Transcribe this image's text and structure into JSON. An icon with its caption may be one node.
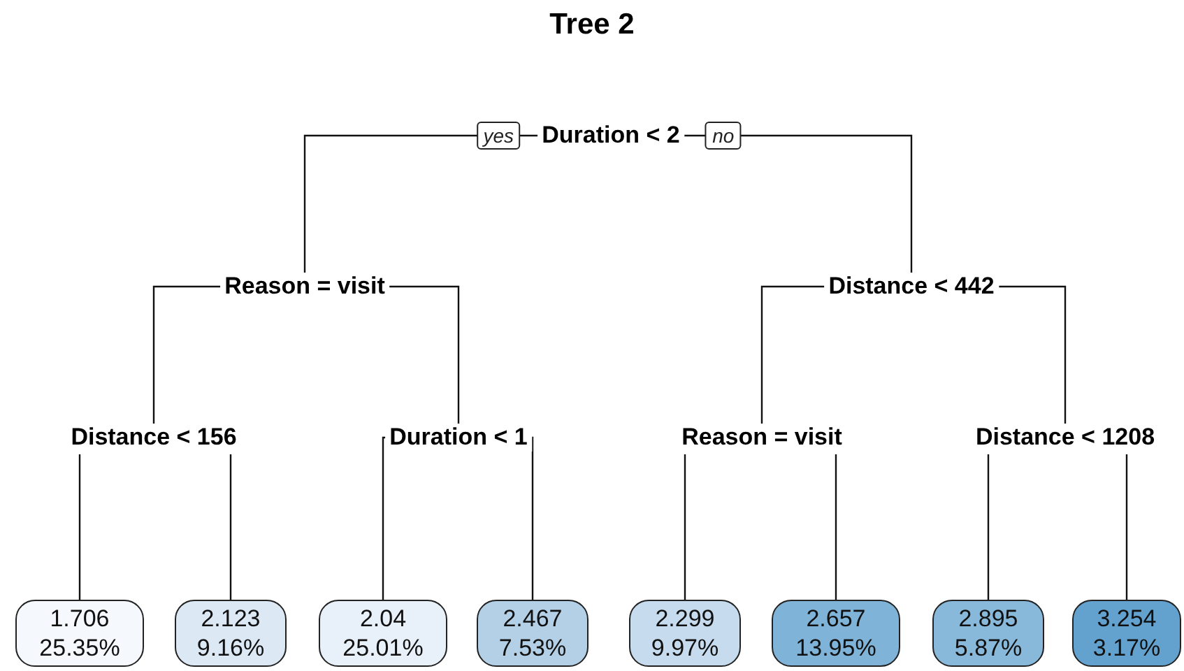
{
  "diagram": {
    "title": "Tree 2",
    "nodes": [
      {
        "text": [
          "Duration < 2"
        ]
      },
      {
        "text": [
          "Reason = visit"
        ]
      },
      {
        "text": [
          "Distance < 442"
        ]
      },
      {
        "text": [
          "Distance < 156"
        ]
      },
      {
        "text": [
          "Duration < 1"
        ]
      },
      {
        "text": [
          "Reason = visit"
        ]
      },
      {
        "text": [
          "Distance < 1208"
        ]
      },
      {
        "text": [
          "1.706",
          "25.35%"
        ]
      },
      {
        "text": [
          "2.123",
          "9.16%"
        ]
      },
      {
        "text": [
          "2.04",
          "25.01%"
        ]
      },
      {
        "text": [
          "2.467",
          "7.53%"
        ]
      },
      {
        "text": [
          "2.299",
          "9.97%"
        ]
      },
      {
        "text": [
          "2.657",
          "13.95%"
        ]
      },
      {
        "text": [
          "2.895",
          "5.87%"
        ]
      },
      {
        "text": [
          "3.254",
          "3.17%"
        ]
      }
    ],
    "edges": [
      {
        "from": 0,
        "to": 1,
        "arrow": "none",
        "label": "yes"
      },
      {
        "from": 0,
        "to": 2,
        "arrow": "none",
        "label": "no"
      },
      {
        "from": 1,
        "to": 3,
        "arrow": "none"
      },
      {
        "from": 1,
        "to": 4,
        "arrow": "none"
      },
      {
        "from": 2,
        "to": 5,
        "arrow": "none"
      },
      {
        "from": 2,
        "to": 6,
        "arrow": "none"
      },
      {
        "from": 3,
        "to": 7,
        "arrow": "none"
      },
      {
        "from": 3,
        "to": 8,
        "arrow": "none"
      },
      {
        "from": 4,
        "to": 9,
        "arrow": "none"
      },
      {
        "from": 4,
        "to": 10,
        "arrow": "none"
      },
      {
        "from": 5,
        "to": 11,
        "arrow": "none"
      },
      {
        "from": 5,
        "to": 12,
        "arrow": "none"
      },
      {
        "from": 6,
        "to": 13,
        "arrow": "none"
      },
      {
        "from": 6,
        "to": 14,
        "arrow": "none"
      }
    ]
  }
}
